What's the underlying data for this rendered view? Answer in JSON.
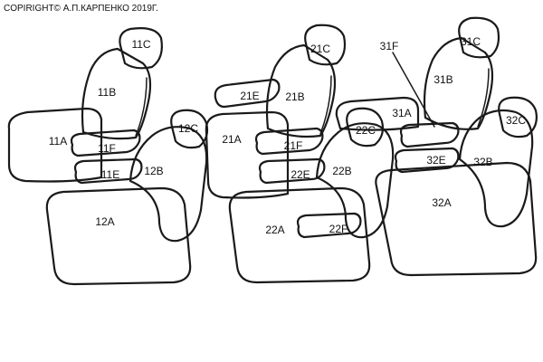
{
  "copyright": "COPIRIGHT© А.П.КАРПЕНКО 2019Г.",
  "labels": {
    "s11c": "11C",
    "s11b": "11B",
    "s11a": "11A",
    "s11f": "11F",
    "s11e": "11E",
    "s12c": "12C",
    "s12b": "12B",
    "s12a": "12A",
    "s21c": "21C",
    "s21e": "21E",
    "s21b": "21B",
    "s21a": "21A",
    "s21f": "21F",
    "s22c": "22C",
    "s22e": "22E",
    "s22b": "22B",
    "s22a": "22A",
    "s22f": "22F",
    "s31f": "31F",
    "s31c": "31C",
    "s31b": "31B",
    "s31a": "31A",
    "s32c": "32C",
    "s32e": "32E",
    "s32b": "32B",
    "s32a": "32A"
  }
}
